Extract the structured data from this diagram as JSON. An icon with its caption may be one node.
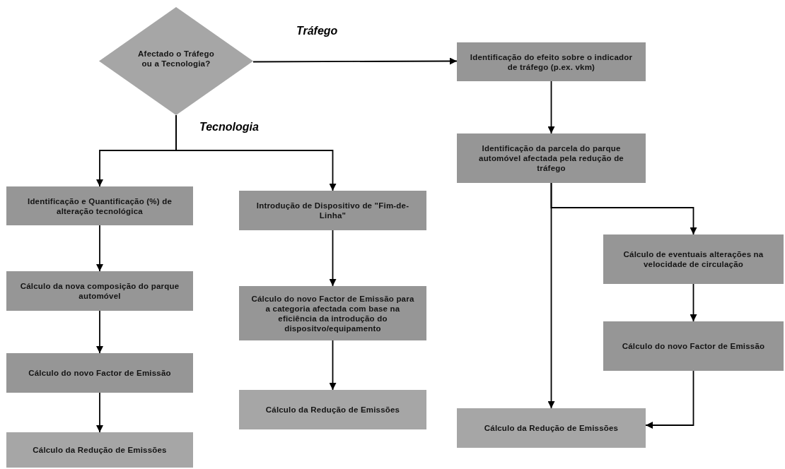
{
  "diagram": {
    "nodes": [
      {
        "text": [
          "Afectado o Tráfego ou a Tecnologia?"
        ]
      },
      {
        "text": [
          "Identificação e Quantificação (%) de alteração tecnológica"
        ]
      },
      {
        "text": [
          "Cálculo da nova composição do parque automóvel"
        ]
      },
      {
        "text": [
          "Cálculo do novo Factor de Emissão"
        ]
      },
      {
        "text": [
          "Cálculo da Redução de Emissões"
        ]
      },
      {
        "text": [
          "Introdução de Dispositivo de \"Fim-de-Linha\""
        ]
      },
      {
        "text": [
          "Cálculo do novo Factor de Emissão para a categoria afectada com base na eficiência da introdução do dispositvo/equipamento"
        ]
      },
      {
        "text": [
          "Cálculo da Redução de Emissões"
        ]
      },
      {
        "text": [
          "Identificação do efeito sobre o indicador de tráfego (p.ex. vkm)"
        ]
      },
      {
        "text": [
          "Identificação da parcela do parque automóvel afectada pela redução de tráfego"
        ]
      },
      {
        "text": [
          "Cálculo de eventuais alterações na velocidade de circulação"
        ]
      },
      {
        "text": [
          "Cálculo do novo Factor de Emissão"
        ]
      },
      {
        "text": [
          "Cálculo da Redução de Emissões"
        ]
      }
    ],
    "edges": [
      {
        "from": 0,
        "to": 8,
        "arrow": "to",
        "label": "Tráfego"
      },
      {
        "from": 0,
        "to": 1,
        "arrow": "to",
        "label": "Tecnologia"
      },
      {
        "from": 0,
        "to": 5,
        "arrow": "to"
      },
      {
        "from": 1,
        "to": 2,
        "arrow": "to"
      },
      {
        "from": 2,
        "to": 3,
        "arrow": "to"
      },
      {
        "from": 3,
        "to": 4,
        "arrow": "to"
      },
      {
        "from": 5,
        "to": 6,
        "arrow": "to"
      },
      {
        "from": 6,
        "to": 7,
        "arrow": "to"
      },
      {
        "from": 8,
        "to": 9,
        "arrow": "to"
      },
      {
        "from": 9,
        "to": 12,
        "arrow": "to"
      },
      {
        "from": 9,
        "to": 10,
        "arrow": "to"
      },
      {
        "from": 10,
        "to": 11,
        "arrow": "to"
      },
      {
        "from": 11,
        "to": 12,
        "arrow": "to"
      }
    ]
  }
}
